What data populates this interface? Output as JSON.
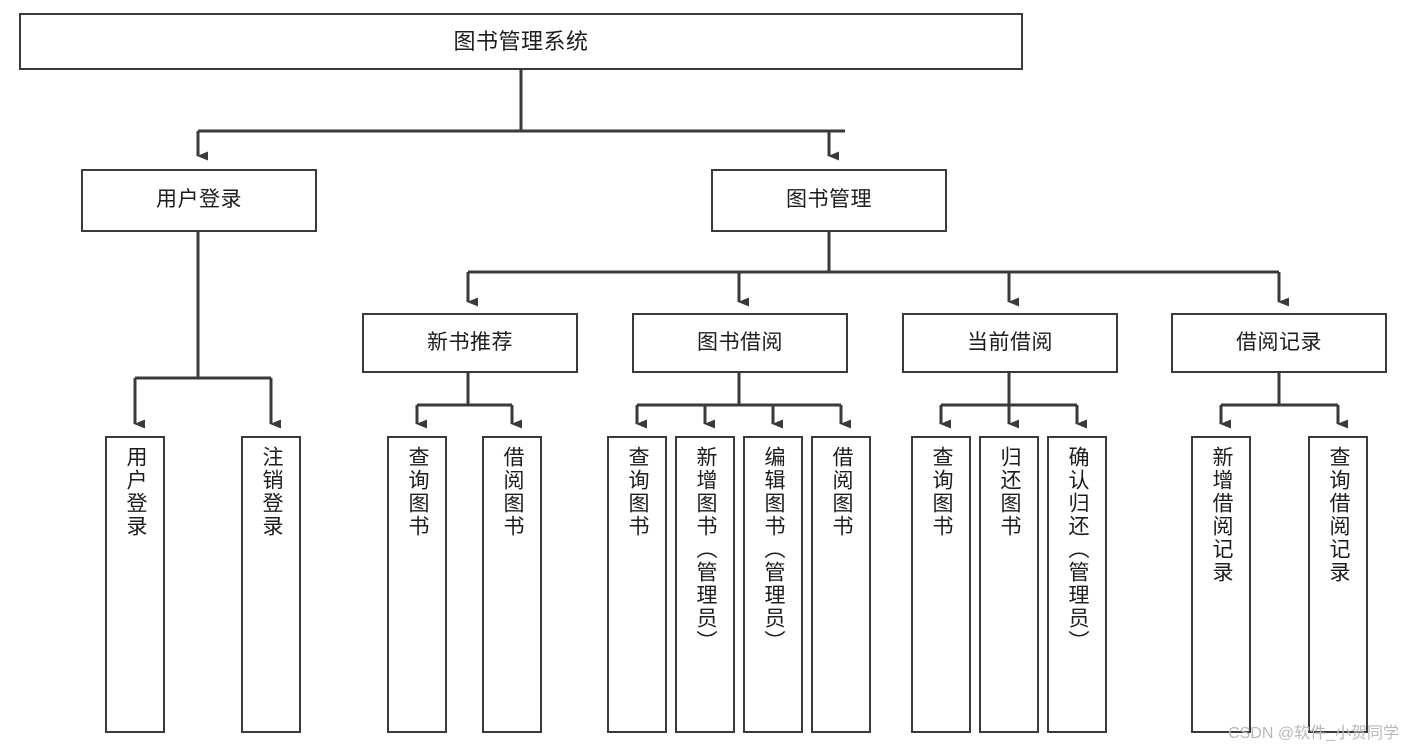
{
  "diagram": {
    "type": "tree-hierarchy-chart",
    "title": "图书管理系统",
    "accent_color": "#3a3a3a",
    "background": "#ffffff",
    "root": {
      "label": "图书管理系统"
    },
    "level2": [
      {
        "label": "用户登录"
      },
      {
        "label": "图书管理"
      }
    ],
    "level3": [
      {
        "label": "新书推荐"
      },
      {
        "label": "图书借阅"
      },
      {
        "label": "当前借阅"
      },
      {
        "label": "借阅记录"
      }
    ],
    "leaves": {
      "user_login": [
        {
          "label": "用户登录"
        },
        {
          "label": "注销登录"
        }
      ],
      "new_book_recommend": [
        {
          "label": "查询图书"
        },
        {
          "label": "借阅图书"
        }
      ],
      "book_borrow": [
        {
          "label": "查询图书"
        },
        {
          "label": "新增图书（管理员）"
        },
        {
          "label": "编辑图书（管理员）"
        },
        {
          "label": "借阅图书"
        }
      ],
      "current_borrow": [
        {
          "label": "查询图书"
        },
        {
          "label": "归还图书"
        },
        {
          "label": "确认归还（管理员）"
        }
      ],
      "borrow_record": [
        {
          "label": "新增借阅记录"
        },
        {
          "label": "查询借阅记录"
        }
      ]
    }
  },
  "watermark": {
    "text": "CSDN @软件_小贺同学"
  }
}
